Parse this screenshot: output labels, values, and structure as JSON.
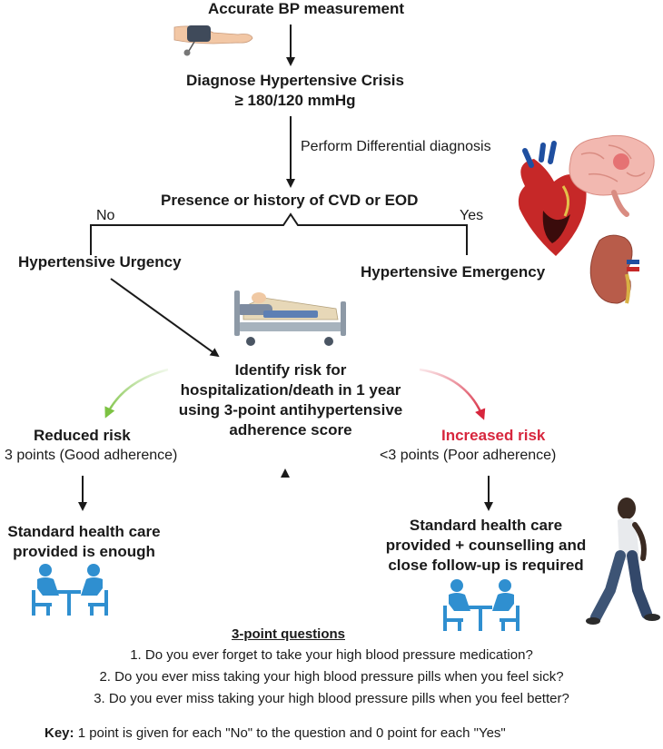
{
  "nodes": {
    "measure": "Accurate BP measurement",
    "diagnose_line1": "Diagnose Hypertensive Crisis",
    "diagnose_line2": "≥ 180/120 mmHg",
    "differential": "Perform Differential diagnosis",
    "presence": "Presence or history of CVD or EOD",
    "no": "No",
    "yes": "Yes",
    "urgency": "Hypertensive Urgency",
    "emergency": "Hypertensive Emergency",
    "identify_line1": "Identify risk for",
    "identify_line2": "hospitalization/death in 1 year",
    "identify_line3": "using 3-point antihypertensive",
    "identify_line4": "adherence score",
    "reduced_title": "Reduced risk",
    "reduced_sub": "3 points (Good adherence)",
    "increased_title": "Increased risk",
    "increased_sub": "<3 points (Poor adherence)",
    "standard_line1": "Standard health care",
    "standard_line2": "provided is enough",
    "counsel_line1": "Standard health care",
    "counsel_line2": "provided + counselling and",
    "counsel_line3": "close follow-up is required"
  },
  "questions": {
    "title": "3-point questions",
    "q1": "1. Do you ever forget to take your high blood pressure medication?",
    "q2": "2. Do you ever miss taking your high blood pressure pills when you feel sick?",
    "q3": "3. Do you ever miss taking your high blood pressure pills when you feel better?"
  },
  "key": {
    "label": "Key:",
    "text": "1 point is given for each \"No\" to the question and 0 point for each \"Yes\""
  },
  "colors": {
    "arrow": "#1a1a1a",
    "green_arrow": "#7cc242",
    "red_arrow": "#d7263d",
    "increased_text": "#d7263d",
    "people": "#2f8fd0",
    "heart": "#c62828",
    "brain": "#f2b8b0",
    "kidney": "#b85c4a"
  },
  "icons": [
    "arm-cuff-icon",
    "hospital-bed-icon",
    "heart-icon",
    "brain-icon",
    "kidney-icon",
    "consultation-icon",
    "walking-person-icon"
  ]
}
